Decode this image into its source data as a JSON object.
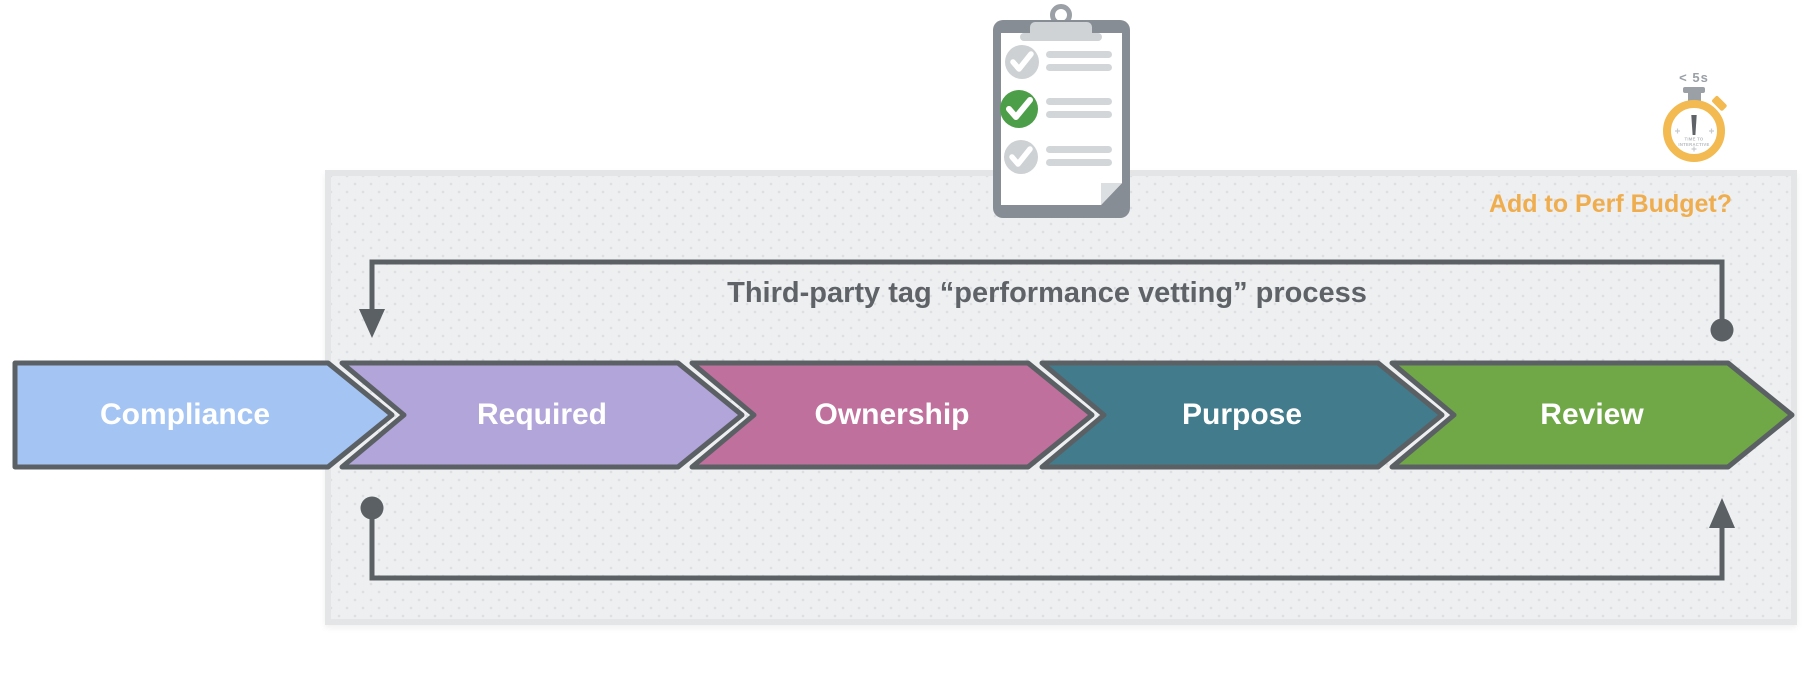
{
  "diagram": {
    "title": "Third-party tag “performance vetting” process",
    "perf_budget_label": "Add to Perf Budget?",
    "steps": [
      {
        "label": "Compliance",
        "color": "#A4C4F3"
      },
      {
        "label": "Required",
        "color": "#B2A5DA"
      },
      {
        "label": "Ownership",
        "color": "#C0709C"
      },
      {
        "label": "Purpose",
        "color": "#417B8C"
      },
      {
        "label": "Review",
        "color": "#70A747"
      }
    ],
    "stopwatch": {
      "label": "< 5s",
      "face_line1": "TIME TO",
      "face_line2": "INTERACTIVE"
    },
    "clipboard": {
      "icon": "clipboard-checklist-icon",
      "rows": [
        {
          "state": "unchecked"
        },
        {
          "state": "checked"
        },
        {
          "state": "unchecked"
        }
      ]
    },
    "colors": {
      "outline": "#5B6065",
      "panel_bg": "#EDEFF1",
      "panel_border": "#E3E5E7",
      "title_text": "#5F6368",
      "perf_budget_text": "#EFAD4E",
      "stopwatch_ring": "#F2BA50",
      "check_green": "#4D9E49",
      "icon_gray": "#868D94",
      "light_gray": "#CDD1D4"
    }
  }
}
